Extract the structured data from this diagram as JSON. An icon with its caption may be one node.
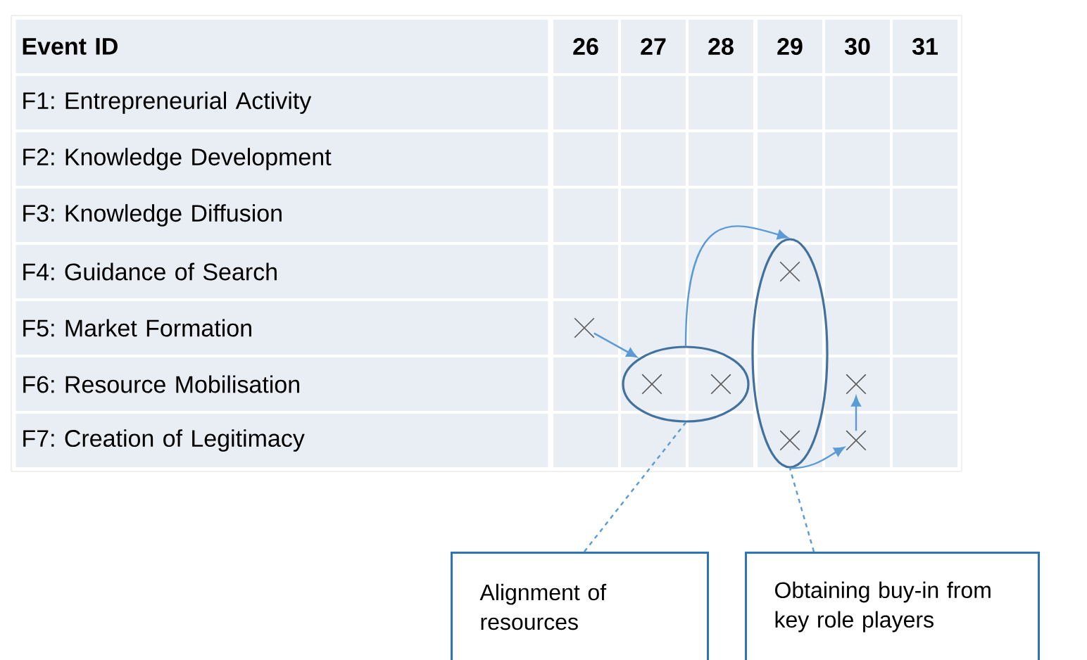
{
  "diagram": {
    "nodes": [
      {
        "text": [],
        "shape": "cross"
      },
      {
        "text": [],
        "shape": "ellipse"
      },
      {
        "text": [],
        "shape": "cross",
        "in": 1
      },
      {
        "text": [],
        "shape": "cross",
        "in": 1
      },
      {
        "text": [],
        "shape": "ellipse"
      },
      {
        "text": [],
        "shape": "cross",
        "in": 4
      },
      {
        "text": [],
        "shape": "cross",
        "in": 4
      },
      {
        "text": [],
        "shape": "cross"
      },
      {
        "text": [],
        "shape": "cross"
      },
      {
        "text": [
          "Alignment of resources"
        ]
      },
      {
        "text": [
          "Obtaining buy-in from key role players"
        ]
      }
    ],
    "edges": [
      {
        "from": 0,
        "to": 1,
        "arrow": "to"
      },
      {
        "from": 1,
        "to": 4,
        "arrow": "to"
      },
      {
        "from": 4,
        "to": 8,
        "arrow": "to"
      },
      {
        "from": 8,
        "to": 7,
        "arrow": "to"
      },
      {
        "from": 9,
        "to": 1,
        "arrow": "none",
        "style": "dashed"
      },
      {
        "from": 10,
        "to": 4,
        "arrow": "none",
        "style": "dashed"
      }
    ],
    "labels": [
      "Event ID",
      "26",
      "27",
      "28",
      "29",
      "30",
      "31",
      "F1: Entrepreneurial Activity",
      "F2: Knowledge Development",
      "F3: Knowledge Diffusion",
      "F4: Guidance of Search",
      "F5: Market Formation",
      "F6: Resource Mobilisation",
      "F7: Creation of Legitimacy"
    ]
  }
}
